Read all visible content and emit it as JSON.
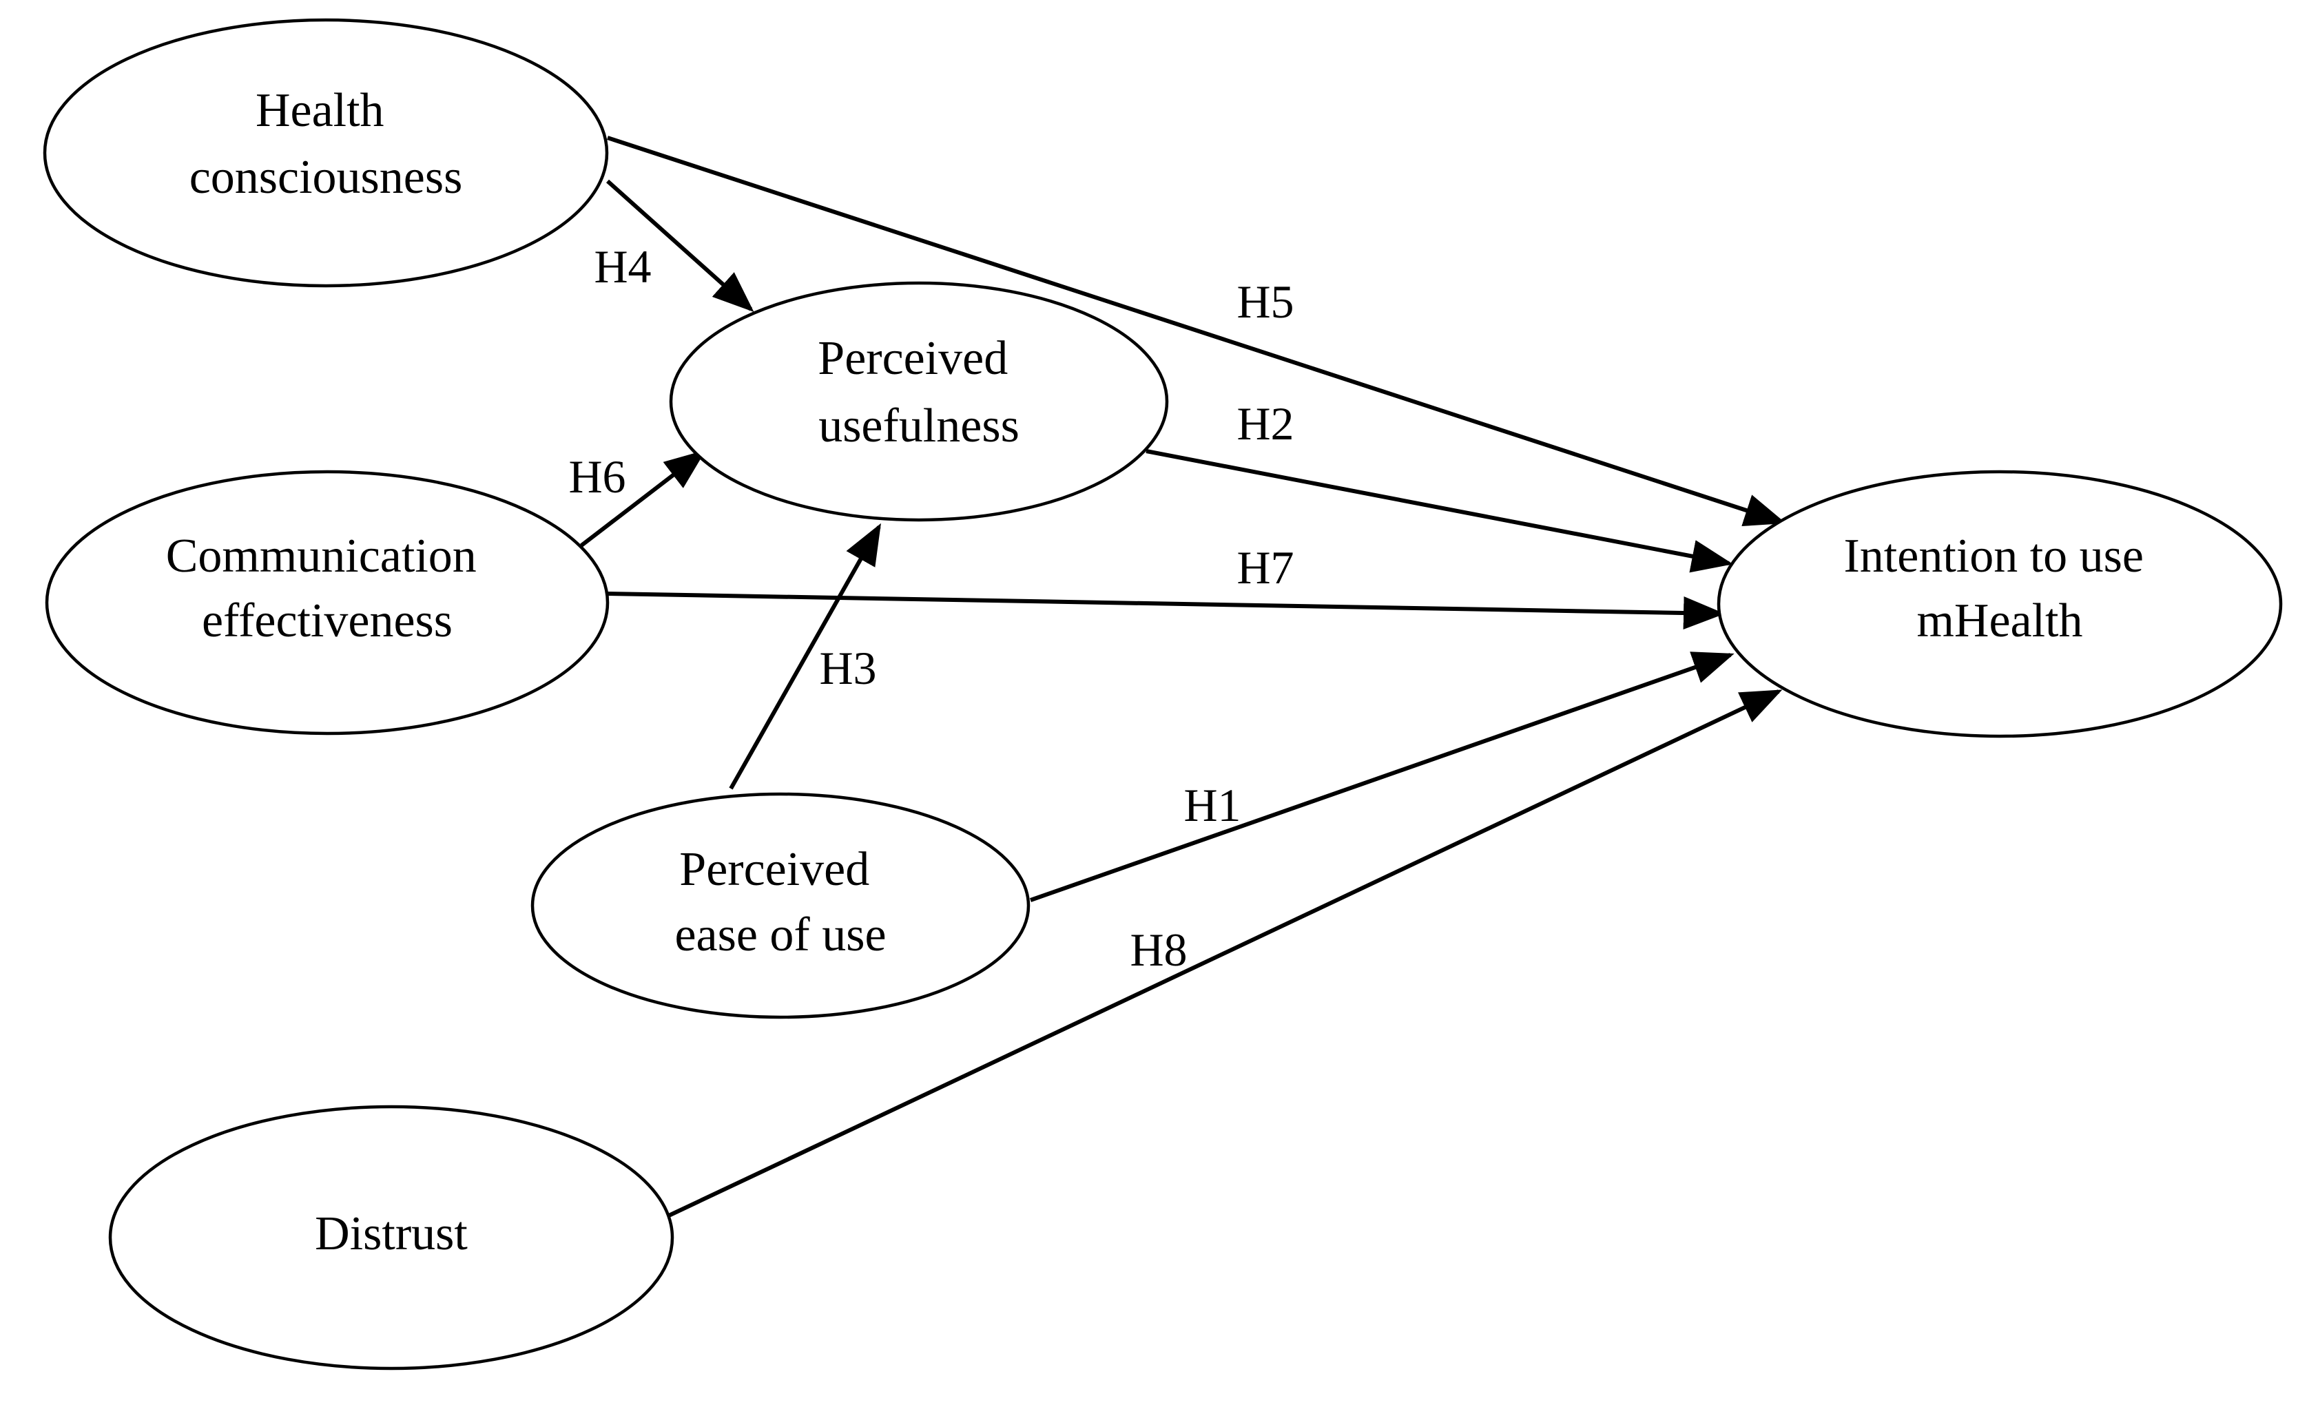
{
  "diagram": {
    "nodes": [
      {
        "id": "health",
        "lines": [
          "Health",
          "consciousness"
        ]
      },
      {
        "id": "usefulness",
        "lines": [
          "Perceived",
          "usefulness"
        ]
      },
      {
        "id": "communication",
        "lines": [
          "Communication",
          "effectiveness"
        ]
      },
      {
        "id": "ease",
        "lines": [
          "Perceived",
          "ease of use"
        ]
      },
      {
        "id": "distrust",
        "lines": [
          "Distrust"
        ]
      },
      {
        "id": "intention",
        "lines": [
          "Intention to use",
          "mHealth"
        ]
      }
    ],
    "edges": [
      {
        "from": "health",
        "to": "usefulness",
        "label": "H4"
      },
      {
        "from": "health",
        "to": "intention",
        "label": "H5"
      },
      {
        "from": "communication",
        "to": "usefulness",
        "label": "H6"
      },
      {
        "from": "usefulness",
        "to": "intention",
        "label": "H2"
      },
      {
        "from": "communication",
        "to": "intention",
        "label": "H7"
      },
      {
        "from": "ease",
        "to": "usefulness",
        "label": "H3"
      },
      {
        "from": "ease",
        "to": "intention",
        "label": "H1"
      },
      {
        "from": "distrust",
        "to": "intention",
        "label": "H8"
      }
    ]
  }
}
